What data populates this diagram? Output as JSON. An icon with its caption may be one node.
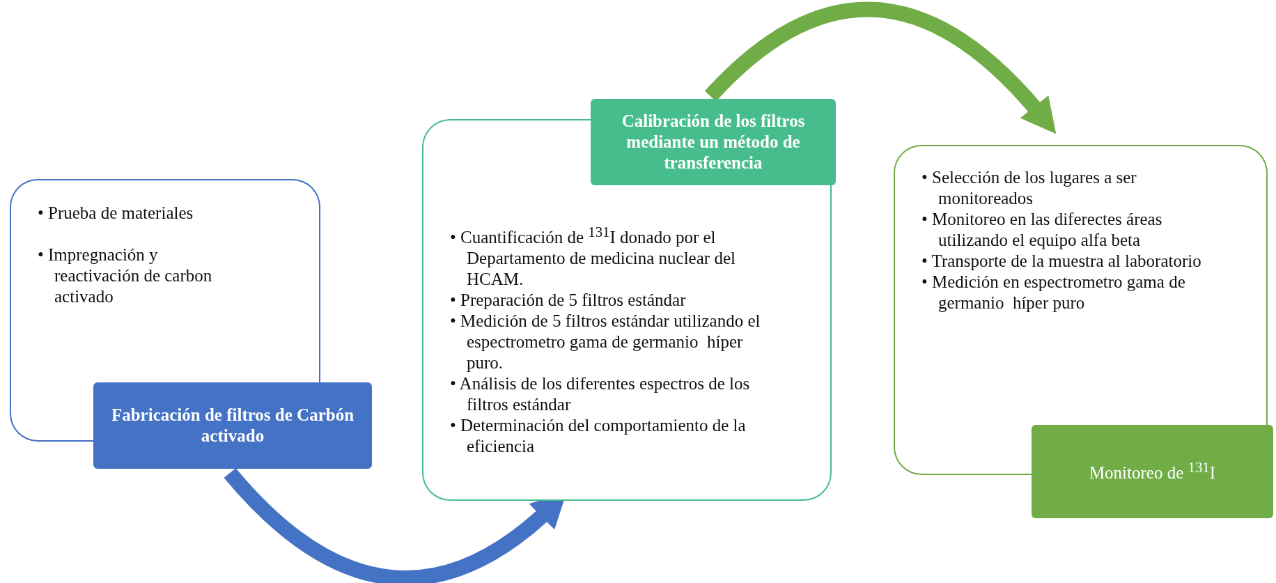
{
  "diagram": {
    "nodes": [
      {
        "text": [
          "• Prueba de materiales",
          "• Impregnación y reactivación de carbon activado"
        ]
      },
      {
        "text": [
          "Fabricación de filtros de Carbón activado"
        ]
      },
      {
        "text": [
          "• Cuantificación de $^{131}$I donado por el Departamento de medicina nuclear del HCAM.",
          "• Preparación de 5 filtros estándar",
          "• Medición de 5 filtros estándar utilizando el espectrometro gama de germanio  híper puro.",
          "• Análisis de los diferentes espectros de los filtros estándar",
          "• Determinación del comportamiento de la eficiencia"
        ]
      },
      {
        "text": [
          "Calibración de los filtros mediante un método de transferencia"
        ]
      },
      {
        "text": [
          "• Selección de los lugares a ser monitoreados",
          "• Monitoreo en las diferectes áreas utilizando el equipo alfa beta",
          "• Transporte de la muestra al laboratorio",
          "• Medición en espectrometro gama de germanio  híper puro"
        ]
      },
      {
        "text": [
          "Monitoreo de $^{131}$I"
        ]
      }
    ],
    "edges": [
      {
        "from": 1,
        "to": 2,
        "arrow": "to",
        "color": "#4472c4"
      },
      {
        "from": 3,
        "to": 4,
        "arrow": "to",
        "color": "#70ad47"
      }
    ]
  }
}
